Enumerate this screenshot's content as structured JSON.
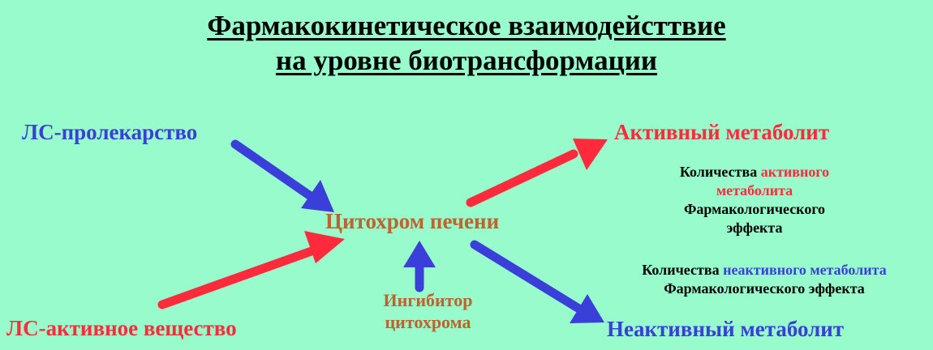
{
  "title": {
    "line1": "Фармакокинетическое взаимодейсттвие",
    "line2": "на уровне биотрансформации"
  },
  "nodes": {
    "prodrug": "ЛС-пролекарство",
    "active_substance": "ЛС-активное вещество",
    "liver_cytochrome": "Цитохром печени",
    "inhibitor_line1": "Ингибитор",
    "inhibitor_line2": "цитохрома",
    "active_metabolite": "Активный метаболит",
    "inactive_metabolite": "Неактивный метаболит"
  },
  "active_note": {
    "line1_a": "Количества ",
    "line1_b": "активного",
    "line2": "метаболита",
    "line3": "Фармакологического",
    "line4": "эффекта"
  },
  "inactive_note": {
    "line1_a": "Количества ",
    "line1_b": "неактивного метаболита",
    "line2": "Фармакологического эффекта"
  },
  "colors": {
    "background": "#97fbcb",
    "blue": "#3b3fd9",
    "red": "#ff2a3c",
    "brown": "#c0622e",
    "title": "#000000"
  }
}
